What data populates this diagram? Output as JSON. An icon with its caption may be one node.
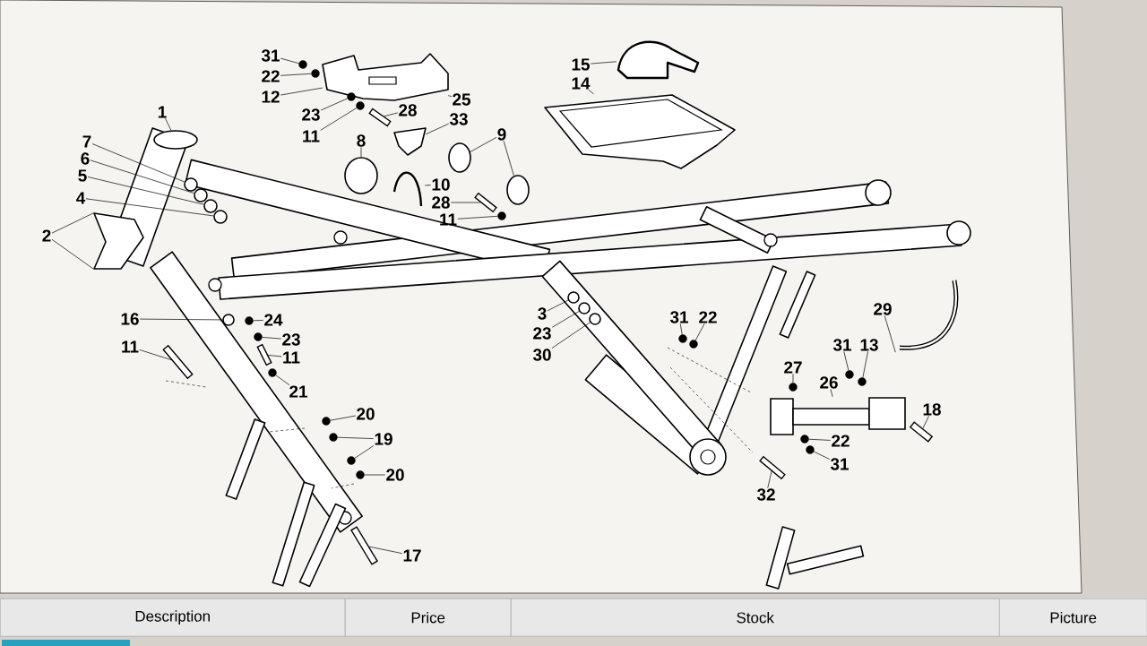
{
  "diagram": {
    "nodes": [
      {
        "text": [
          "31"
        ]
      },
      {
        "text": [
          "15"
        ]
      },
      {
        "text": [
          "22"
        ]
      },
      {
        "text": [
          "14"
        ]
      },
      {
        "text": [
          "12"
        ]
      },
      {
        "text": [
          "1"
        ]
      },
      {
        "text": [
          "25"
        ]
      },
      {
        "text": [
          "28"
        ]
      },
      {
        "text": [
          "23"
        ]
      },
      {
        "text": [
          "33"
        ]
      },
      {
        "text": [
          "9"
        ]
      },
      {
        "text": [
          "11"
        ]
      },
      {
        "text": [
          "8"
        ]
      },
      {
        "text": [
          "7"
        ]
      },
      {
        "text": [
          "6"
        ]
      },
      {
        "text": [
          "5"
        ]
      },
      {
        "text": [
          "10"
        ]
      },
      {
        "text": [
          "4"
        ]
      },
      {
        "text": [
          "28"
        ]
      },
      {
        "text": [
          "11"
        ]
      },
      {
        "text": [
          "2"
        ]
      },
      {
        "text": [
          "29"
        ]
      },
      {
        "text": [
          "3"
        ]
      },
      {
        "text": [
          "31"
        ]
      },
      {
        "text": [
          "22"
        ]
      },
      {
        "text": [
          "16"
        ]
      },
      {
        "text": [
          "24"
        ]
      },
      {
        "text": [
          "23"
        ]
      },
      {
        "text": [
          "23"
        ]
      },
      {
        "text": [
          "11"
        ]
      },
      {
        "text": [
          "31"
        ]
      },
      {
        "text": [
          "13"
        ]
      },
      {
        "text": [
          "30"
        ]
      },
      {
        "text": [
          "11"
        ]
      },
      {
        "text": [
          "27"
        ]
      },
      {
        "text": [
          "21"
        ]
      },
      {
        "text": [
          "26"
        ]
      },
      {
        "text": [
          "18"
        ]
      },
      {
        "text": [
          "20"
        ]
      },
      {
        "text": [
          "19"
        ]
      },
      {
        "text": [
          "22"
        ]
      },
      {
        "text": [
          "31"
        ]
      },
      {
        "text": [
          "20"
        ]
      },
      {
        "text": [
          "32"
        ]
      },
      {
        "text": [
          "17"
        ]
      },
      {
        "text": [],
        "shape": "circle"
      },
      {
        "text": [],
        "shape": "picture"
      },
      {
        "text": [],
        "shape": "circle"
      },
      {
        "text": [],
        "shape": "picture"
      },
      {
        "text": [],
        "shape": "picture"
      },
      {
        "text": [],
        "shape": "circle"
      },
      {
        "text": [],
        "shape": "bar"
      },
      {
        "text": [],
        "shape": "circle"
      },
      {
        "text": [],
        "shape": "picture"
      },
      {
        "text": [],
        "shape": "circle"
      },
      {
        "text": [],
        "shape": "circle"
      },
      {
        "text": [],
        "shape": "circle"
      },
      {
        "text": [],
        "shape": "circle"
      },
      {
        "text": [],
        "shape": "circle"
      },
      {
        "text": [],
        "shape": "circle"
      },
      {
        "text": [],
        "shape": "circle"
      },
      {
        "text": [],
        "shape": "picture"
      },
      {
        "text": [],
        "shape": "circle"
      },
      {
        "text": [],
        "shape": "bar"
      },
      {
        "text": [],
        "shape": "circle"
      },
      {
        "text": [],
        "shape": "picture"
      },
      {
        "text": [],
        "shape": "picture"
      },
      {
        "text": [],
        "shape": "circle"
      },
      {
        "text": [],
        "shape": "circle"
      },
      {
        "text": [],
        "shape": "circle"
      },
      {
        "text": [],
        "shape": "circle"
      },
      {
        "text": [],
        "shape": "circle"
      },
      {
        "text": [],
        "shape": "circle"
      },
      {
        "text": [],
        "shape": "circle"
      },
      {
        "text": [],
        "shape": "bar"
      },
      {
        "text": [],
        "shape": "circle"
      },
      {
        "text": [],
        "shape": "circle"
      },
      {
        "text": [],
        "shape": "circle"
      },
      {
        "text": [],
        "shape": "bar"
      },
      {
        "text": [],
        "shape": "circle"
      },
      {
        "text": [],
        "shape": "circle"
      },
      {
        "text": [],
        "shape": "picture"
      },
      {
        "text": [],
        "shape": "bar"
      },
      {
        "text": [],
        "shape": "circle"
      },
      {
        "text": [],
        "shape": "circle"
      },
      {
        "text": [],
        "shape": "circle"
      },
      {
        "text": [],
        "shape": "circle"
      },
      {
        "text": [],
        "shape": "circle"
      },
      {
        "text": [],
        "shape": "circle"
      },
      {
        "text": [],
        "shape": "bar"
      },
      {
        "text": [],
        "shape": "bar"
      }
    ],
    "edges": [
      {
        "from": 0,
        "to": 45,
        "arrow": "none"
      },
      {
        "from": 1,
        "to": 46,
        "arrow": "none"
      },
      {
        "from": 2,
        "to": 47,
        "arrow": "none"
      },
      {
        "from": 3,
        "to": 48,
        "arrow": "none"
      },
      {
        "from": 4,
        "to": 49,
        "arrow": "none"
      },
      {
        "from": 5,
        "to": 50,
        "arrow": "none"
      },
      {
        "from": 6,
        "to": 49,
        "arrow": "none"
      },
      {
        "from": 7,
        "to": 51,
        "arrow": "none"
      },
      {
        "from": 8,
        "to": 52,
        "arrow": "none"
      },
      {
        "from": 9,
        "to": 53,
        "arrow": "none"
      },
      {
        "from": 10,
        "to": 54,
        "arrow": "none"
      },
      {
        "from": 10,
        "to": 55,
        "arrow": "none"
      },
      {
        "from": 11,
        "to": 56,
        "arrow": "none"
      },
      {
        "from": 12,
        "to": 57,
        "arrow": "none"
      },
      {
        "from": 13,
        "to": 58,
        "arrow": "none"
      },
      {
        "from": 14,
        "to": 59,
        "arrow": "none"
      },
      {
        "from": 15,
        "to": 60,
        "arrow": "none"
      },
      {
        "from": 16,
        "to": 61,
        "arrow": "none"
      },
      {
        "from": 17,
        "to": 62,
        "arrow": "none"
      },
      {
        "from": 18,
        "to": 63,
        "arrow": "none"
      },
      {
        "from": 19,
        "to": 64,
        "arrow": "none"
      },
      {
        "from": 20,
        "to": 65,
        "arrow": "none"
      },
      {
        "from": 20,
        "to": 65,
        "arrow": "none"
      },
      {
        "from": 21,
        "to": 66,
        "arrow": "none"
      },
      {
        "from": 22,
        "to": 67,
        "arrow": "none"
      },
      {
        "from": 23,
        "to": 68,
        "arrow": "none"
      },
      {
        "from": 24,
        "to": 69,
        "arrow": "none"
      },
      {
        "from": 25,
        "to": 70,
        "arrow": "none"
      },
      {
        "from": 26,
        "to": 71,
        "arrow": "none"
      },
      {
        "from": 27,
        "to": 72,
        "arrow": "none"
      },
      {
        "from": 28,
        "to": 73,
        "arrow": "none"
      },
      {
        "from": 29,
        "to": 74,
        "arrow": "none"
      },
      {
        "from": 30,
        "to": 75,
        "arrow": "none"
      },
      {
        "from": 31,
        "to": 76,
        "arrow": "none"
      },
      {
        "from": 32,
        "to": 77,
        "arrow": "none"
      },
      {
        "from": 33,
        "to": 78,
        "arrow": "none"
      },
      {
        "from": 34,
        "to": 79,
        "arrow": "none"
      },
      {
        "from": 35,
        "to": 80,
        "arrow": "none"
      },
      {
        "from": 36,
        "to": 81,
        "arrow": "none"
      },
      {
        "from": 37,
        "to": 82,
        "arrow": "none"
      },
      {
        "from": 38,
        "to": 83,
        "arrow": "none"
      },
      {
        "from": 39,
        "to": 84,
        "arrow": "none"
      },
      {
        "from": 39,
        "to": 85,
        "arrow": "none"
      },
      {
        "from": 40,
        "to": 86,
        "arrow": "none"
      },
      {
        "from": 41,
        "to": 87,
        "arrow": "none"
      },
      {
        "from": 42,
        "to": 88,
        "arrow": "none"
      },
      {
        "from": 43,
        "to": 89,
        "arrow": "none"
      },
      {
        "from": 44,
        "to": 90,
        "arrow": "none"
      }
    ],
    "labels": [
      "Description",
      "Price",
      "Stock",
      "Picture"
    ]
  }
}
